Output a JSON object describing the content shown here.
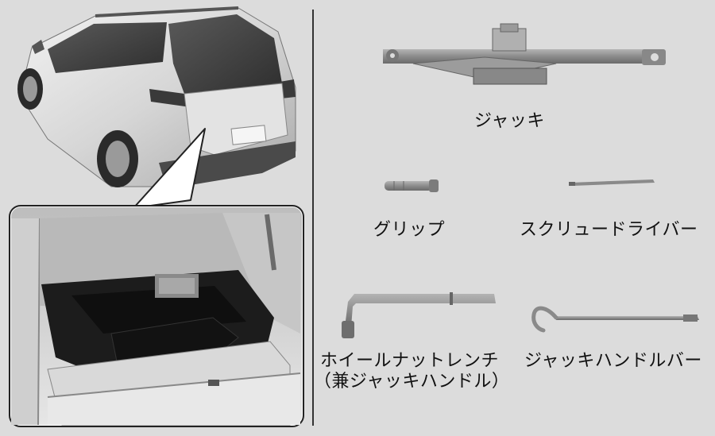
{
  "labels": {
    "jack": "ジャッキ",
    "grip": "グリップ",
    "screwdriver": "スクリュードライバー",
    "wheel_nut_wrench_line1": "ホイールナットレンチ",
    "wheel_nut_wrench_line2": "（兼ジャッキハンドル）",
    "jack_handle_bar": "ジャッキハンドルバー"
  },
  "colors": {
    "background": "#dcdcdc",
    "tool_gray": "#8a8a8a",
    "text": "#111111"
  }
}
